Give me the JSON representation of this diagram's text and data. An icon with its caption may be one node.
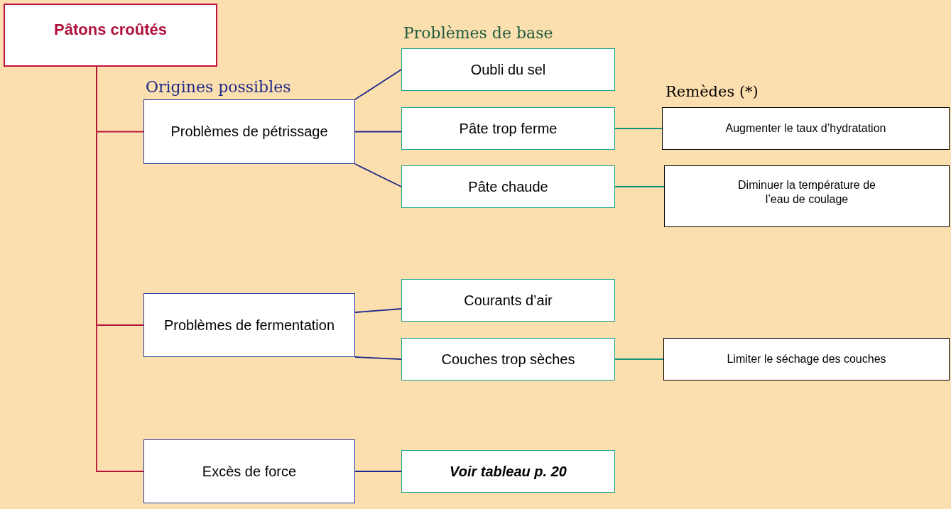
{
  "diagram": {
    "nodes": [
      {
        "text": [
          "Pâtons croûtés"
        ]
      },
      {
        "text": [
          "Problèmes de pétrissage"
        ]
      },
      {
        "text": [
          "Oubli du sel"
        ]
      },
      {
        "text": [
          "Pâte trop ferme"
        ]
      },
      {
        "text": [
          "Pâte chaude"
        ]
      },
      {
        "text": [
          "Augmenter le taux d’hydratation"
        ]
      },
      {
        "text": [
          "Diminuer la température de l’eau de coulage"
        ]
      },
      {
        "text": [
          "Problèmes de fermentation"
        ]
      },
      {
        "text": [
          "Courants d’air"
        ]
      },
      {
        "text": [
          "Couches trop sèches"
        ]
      },
      {
        "text": [
          "Limiter le séchage des couches"
        ]
      },
      {
        "text": [
          "Excès de force"
        ]
      },
      {
        "text": [
          "Voir tableau p. 20"
        ]
      }
    ],
    "edges": [
      {
        "from": 0,
        "to": 1,
        "arrow": "none",
        "color": "#b5123a"
      },
      {
        "from": 0,
        "to": 7,
        "arrow": "none",
        "color": "#b5123a"
      },
      {
        "from": 0,
        "to": 11,
        "arrow": "none",
        "color": "#b5123a"
      },
      {
        "from": 1,
        "to": 2,
        "arrow": "none"
      },
      {
        "from": 1,
        "to": 3,
        "arrow": "none"
      },
      {
        "from": 1,
        "to": 4,
        "arrow": "none"
      },
      {
        "from": 3,
        "to": 5,
        "arrow": "none",
        "color": "#13917a"
      },
      {
        "from": 4,
        "to": 6,
        "arrow": "none",
        "color": "#13917a"
      },
      {
        "from": 7,
        "to": 8,
        "arrow": "none"
      },
      {
        "from": 7,
        "to": 9,
        "arrow": "none"
      },
      {
        "from": 9,
        "to": 10,
        "arrow": "none",
        "color": "#13917a"
      },
      {
        "from": 11,
        "to": 12,
        "arrow": "none"
      }
    ],
    "labels": [
      "Problèmes de base",
      "Origines possibles",
      "Remèdes (*)"
    ]
  }
}
